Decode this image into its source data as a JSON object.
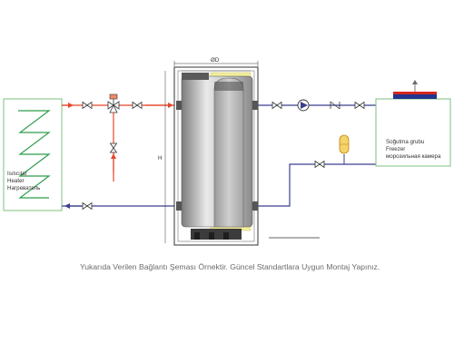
{
  "heater": {
    "line1": "Isıtıcılar",
    "line2": "Heater",
    "line3": "Нагреватель"
  },
  "cooler": {
    "line1": "Soğutma grubu",
    "line2": "Freezer",
    "line3": "морозильная камера"
  },
  "tank": {
    "dimension_label": "ØD",
    "height_label": "H"
  },
  "caption": "Yukarıda Verilen Bağlantı Şeması Örnektir. Güncel Standartlara Uygun Montaj Yapınız.",
  "colors": {
    "hot_pipe": "#e8452a",
    "cold_pipe": "#3a3f8f",
    "unit_border": "#7fc17f",
    "insulation": "#f3ef9c",
    "tank_body": "#b9b9b9",
    "heater_coil": "#2e9e4a",
    "expansion_vessel": "#f5d26b",
    "cooler_top": "#22348f",
    "cooler_plate": "#d6271e"
  },
  "icons": [
    "gate-valve-icon",
    "three-way-valve-icon",
    "circulation-pump-icon",
    "check-valve-icon",
    "expansion-vessel-icon",
    "fan-icon"
  ]
}
